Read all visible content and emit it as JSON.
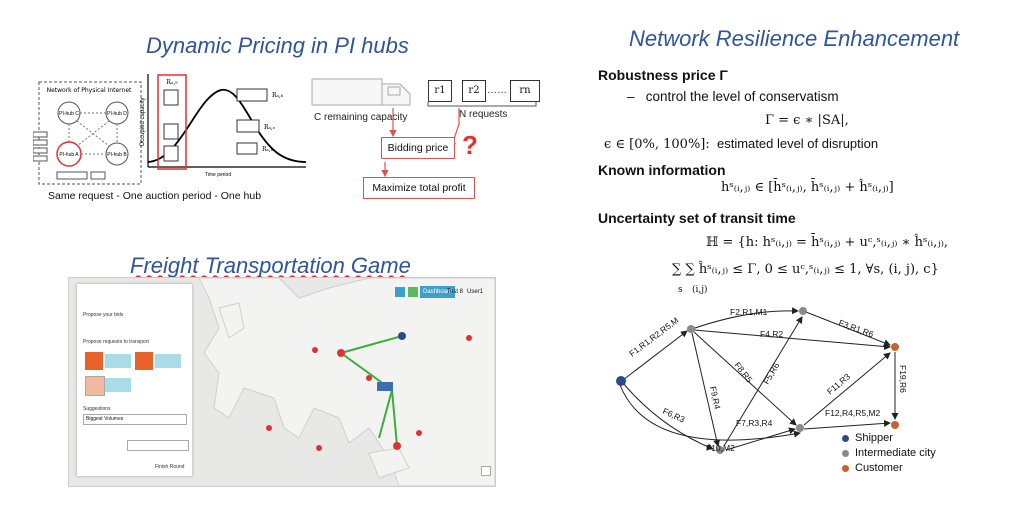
{
  "left_top": {
    "title": "Dynamic Pricing in PI hubs",
    "network_title": "Network of Physical Internet",
    "hubs": [
      "PI-hub C",
      "PI-hub D",
      "PI-hub A",
      "PI-hub B"
    ],
    "ylabel": "Occupied capacity",
    "xlabel": "Time period",
    "r_top": "Rₐ,₉",
    "r_labels": [
      "Rₐ,₆",
      "Rₐ,ₑ",
      "Rₐ,ₕ"
    ],
    "caption": "Same request - One auction period - One hub",
    "capacity_label": "C remaining capacity",
    "requests": [
      "r1",
      "r2",
      "rn"
    ],
    "dots": "……",
    "n_requests": "N requests",
    "bidding": "Bidding price",
    "maximize": "Maximize total profit",
    "question": "?"
  },
  "left_bottom": {
    "title": "Freight Transportation Game",
    "panel_rows": [
      "Propose your bids",
      "Propose requests to transport",
      "Suggestions",
      "Biggest Volumes",
      "Finish Round"
    ],
    "toolbar": [
      "Dashboard",
      "Test 8",
      "User1"
    ]
  },
  "right": {
    "title": "Network Resilience Enhancement",
    "robust_heading": "Robustness price Γ",
    "robust_item": "control the level of conservatism",
    "robust_eq": "Γ = ϵ ∗ |SA|,",
    "epsilon_eq": "ϵ ∈ [0%, 100%]:",
    "epsilon_text": "estimated level of disruption",
    "known_heading": "Known information",
    "known_eq": "hˢ₍ᵢ,ⱼ₎ ∈ [h̄ˢ₍ᵢ,ⱼ₎, h̄ˢ₍ᵢ,ⱼ₎ + ĥˢ₍ᵢ,ⱼ₎]",
    "uncertainty_heading": "Uncertainty set of transit time",
    "set_eq1": "ℍ = {h: hˢ₍ᵢ,ⱼ₎ = h̄ˢ₍ᵢ,ⱼ₎ + uᶜ,ˢ₍ᵢ,ⱼ₎ ∗ ĥˢ₍ᵢ,ⱼ₎,",
    "set_eq2": "∑ ∑ ĥˢ₍ᵢ,ⱼ₎ ≤ Γ, 0 ≤ uᶜ,ˢ₍ᵢ,ⱼ₎ ≤ 1, ∀s, (i, j), c}",
    "sum_sub1": "s",
    "sum_sub2": "(i,j)",
    "edges": [
      "F1,R1,R2,R5,M",
      "F2,R1,M1",
      "F3,R1,R6",
      "F4,R2",
      "F5,R6",
      "F8,R5",
      "F9,R4",
      "F6,R3",
      "F7,R3,R4",
      "F11,R3",
      "F12,R4,R5,M2",
      "F10,M2",
      "F19,R6"
    ],
    "legend": [
      {
        "label": "Shipper",
        "color": "#2b4a8c"
      },
      {
        "label": "Intermediate city",
        "color": "#8a8a8a"
      },
      {
        "label": "Customer",
        "color": "#c4632a"
      }
    ]
  }
}
